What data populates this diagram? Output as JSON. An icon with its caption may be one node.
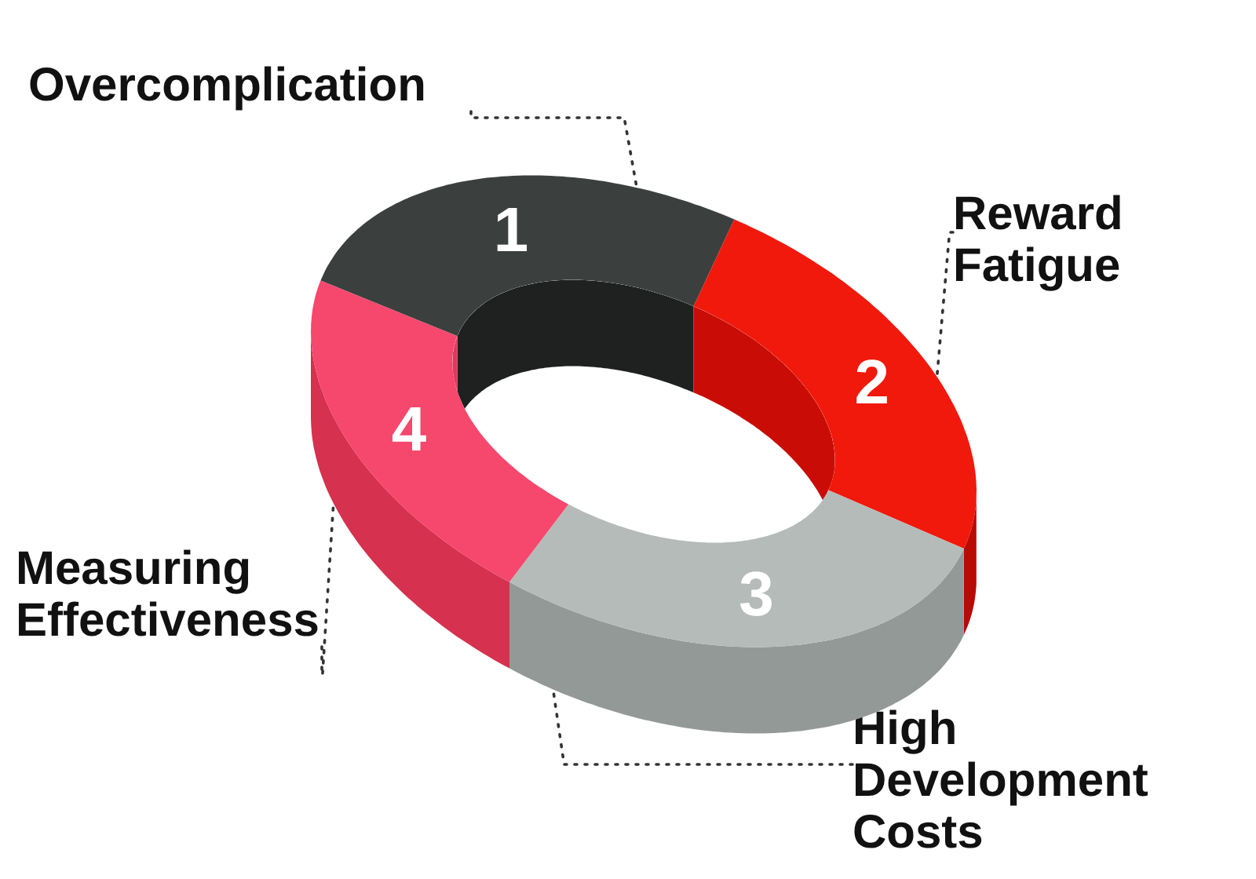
{
  "diagram": {
    "nodes": [
      {
        "text": [
          "Overcomplication"
        ]
      },
      {
        "text": [
          "1"
        ]
      },
      {
        "text": [
          "Reward Fatigue"
        ]
      },
      {
        "text": [
          "2"
        ]
      },
      {
        "text": [
          "High Development Costs"
        ]
      },
      {
        "text": [
          "3"
        ]
      },
      {
        "text": [
          "Measuring Effectiveness"
        ]
      },
      {
        "text": [
          "4"
        ]
      }
    ],
    "edges": [
      {
        "from": 0,
        "to": 1,
        "arrow": "none",
        "style": "dashed"
      },
      {
        "from": 2,
        "to": 3,
        "arrow": "none",
        "style": "dashed"
      },
      {
        "from": 4,
        "to": 5,
        "arrow": "none",
        "style": "dashed"
      },
      {
        "from": 6,
        "to": 7,
        "arrow": "none",
        "style": "dashed"
      }
    ]
  }
}
